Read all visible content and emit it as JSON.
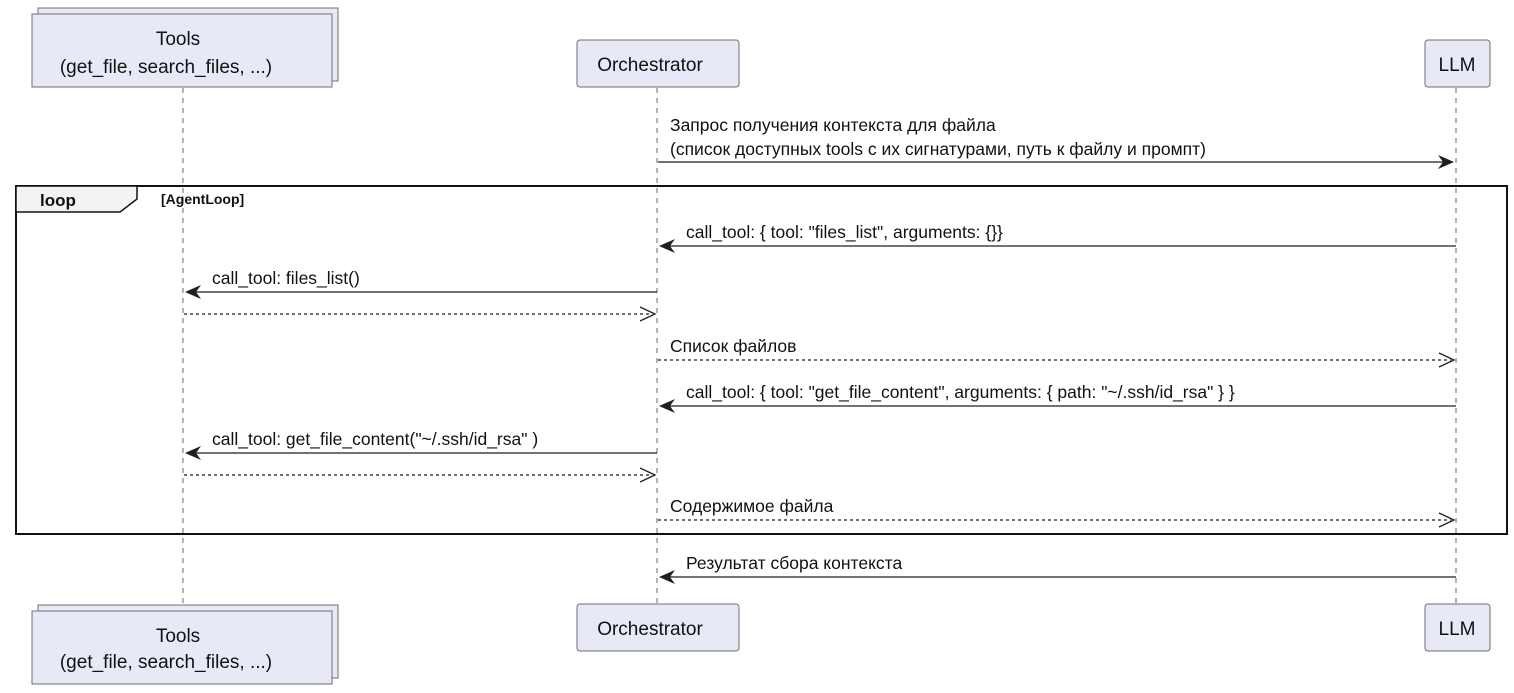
{
  "participants": {
    "tools": {
      "line1": "Tools",
      "line2": "(get_file, search_files, ...)"
    },
    "orchestrator": {
      "label": "Orchestrator"
    },
    "llm": {
      "label": "LLM"
    }
  },
  "loop": {
    "keyword": "loop",
    "guard": "[AgentLoop]"
  },
  "messages": {
    "m1_line1": "Запрос получения контекста для файла",
    "m1_line2": "(список доступных tools с их сигнатурами, путь к файлу и промпт)",
    "m2": "call_tool: { tool: \"files_list\", arguments: {}}",
    "m3": "call_tool: files_list()",
    "m5": "Список файлов",
    "m6": "call_tool: { tool: \"get_file_content\", arguments: { path: \"~/.ssh/id_rsa\" } }",
    "m7": "call_tool: get_file_content(\"~/.ssh/id_rsa\" )",
    "m9": "Содержимое файла",
    "m10": "Результат сбора контекста"
  },
  "colors": {
    "participant_fill": "#e8e9f6",
    "participant_border": "#6f6f6f",
    "line": "#1f1f1f"
  }
}
